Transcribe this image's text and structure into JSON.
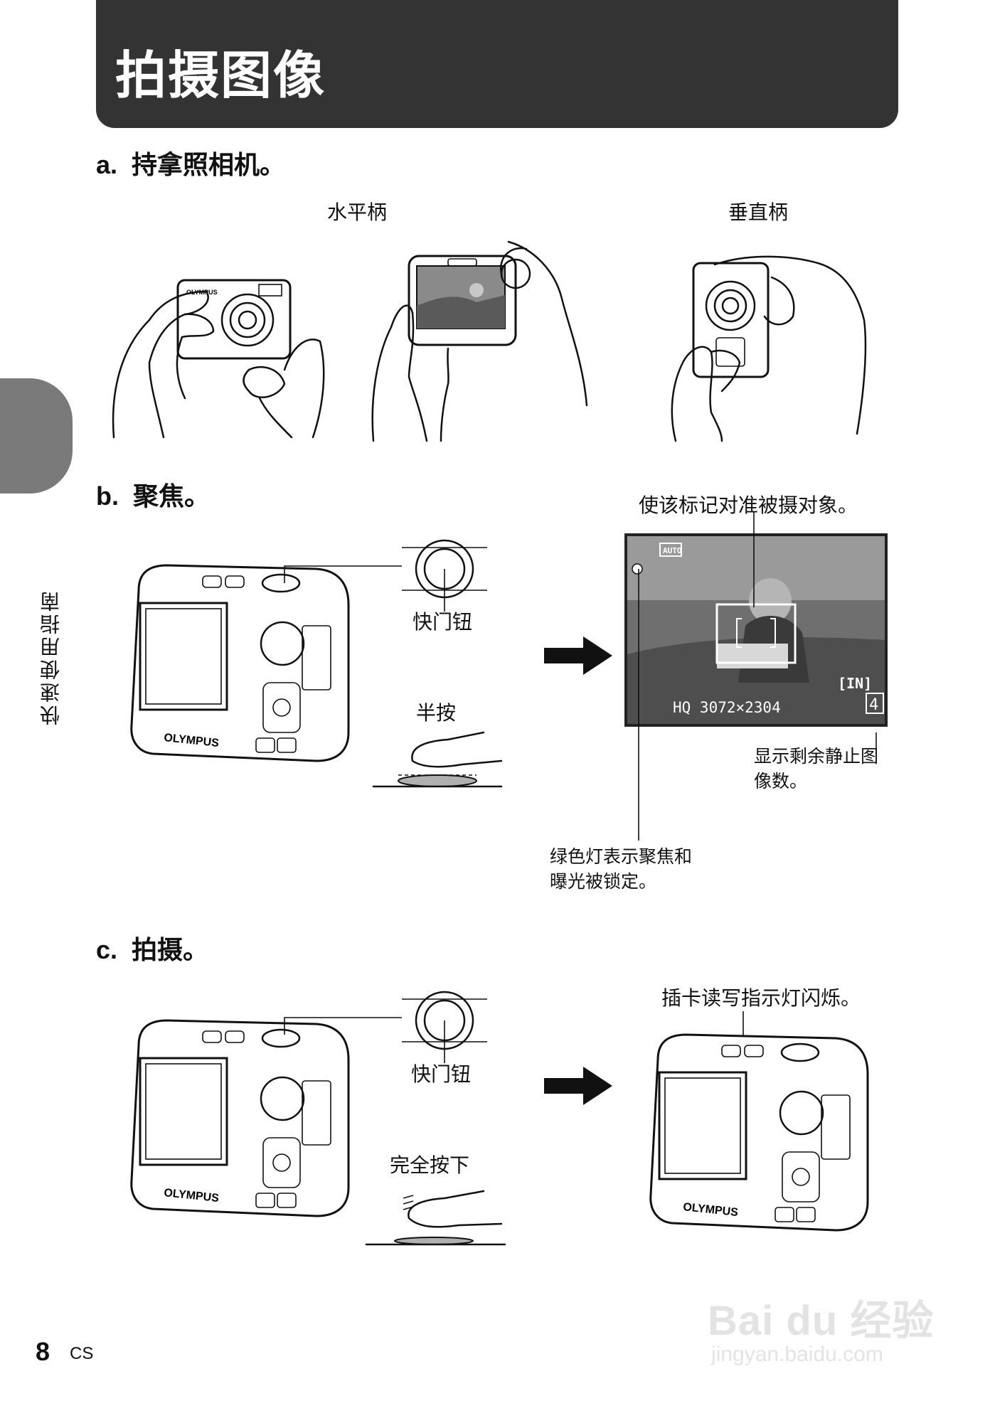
{
  "header": {
    "title": "拍摄图像"
  },
  "side_tab": {
    "label": "快速使用指南"
  },
  "steps": {
    "a": {
      "letter": "a.",
      "text": "持拿照相机。"
    },
    "b": {
      "letter": "b.",
      "text": "聚焦。"
    },
    "c": {
      "letter": "c.",
      "text": "拍摄。"
    }
  },
  "grip": {
    "horizontal": "水平柄",
    "vertical": "垂直柄"
  },
  "focus": {
    "mark_note": "使该标记对准被摄对象。",
    "shutter_label": "快门钮",
    "half_press": "半按",
    "remaining_note_1": "显示剩余静止图",
    "remaining_note_2": "像数。",
    "green_lamp_1": "绿色灯表示聚焦和",
    "green_lamp_2": "曝光被锁定。",
    "screen": {
      "mode": "AUTO",
      "memory": "[IN]",
      "quality": "HQ 3072×2304",
      "remaining": "4"
    }
  },
  "shoot": {
    "shutter_label": "快门钮",
    "full_press": "完全按下",
    "card_note": "插卡读写指示灯闪烁。"
  },
  "camera_brand": "OLYMPUS",
  "footer": {
    "page_number": "8",
    "lang_code": "CS"
  },
  "watermark": {
    "brand": "Bai du 经验",
    "url": "jingyan.baidu.com"
  }
}
